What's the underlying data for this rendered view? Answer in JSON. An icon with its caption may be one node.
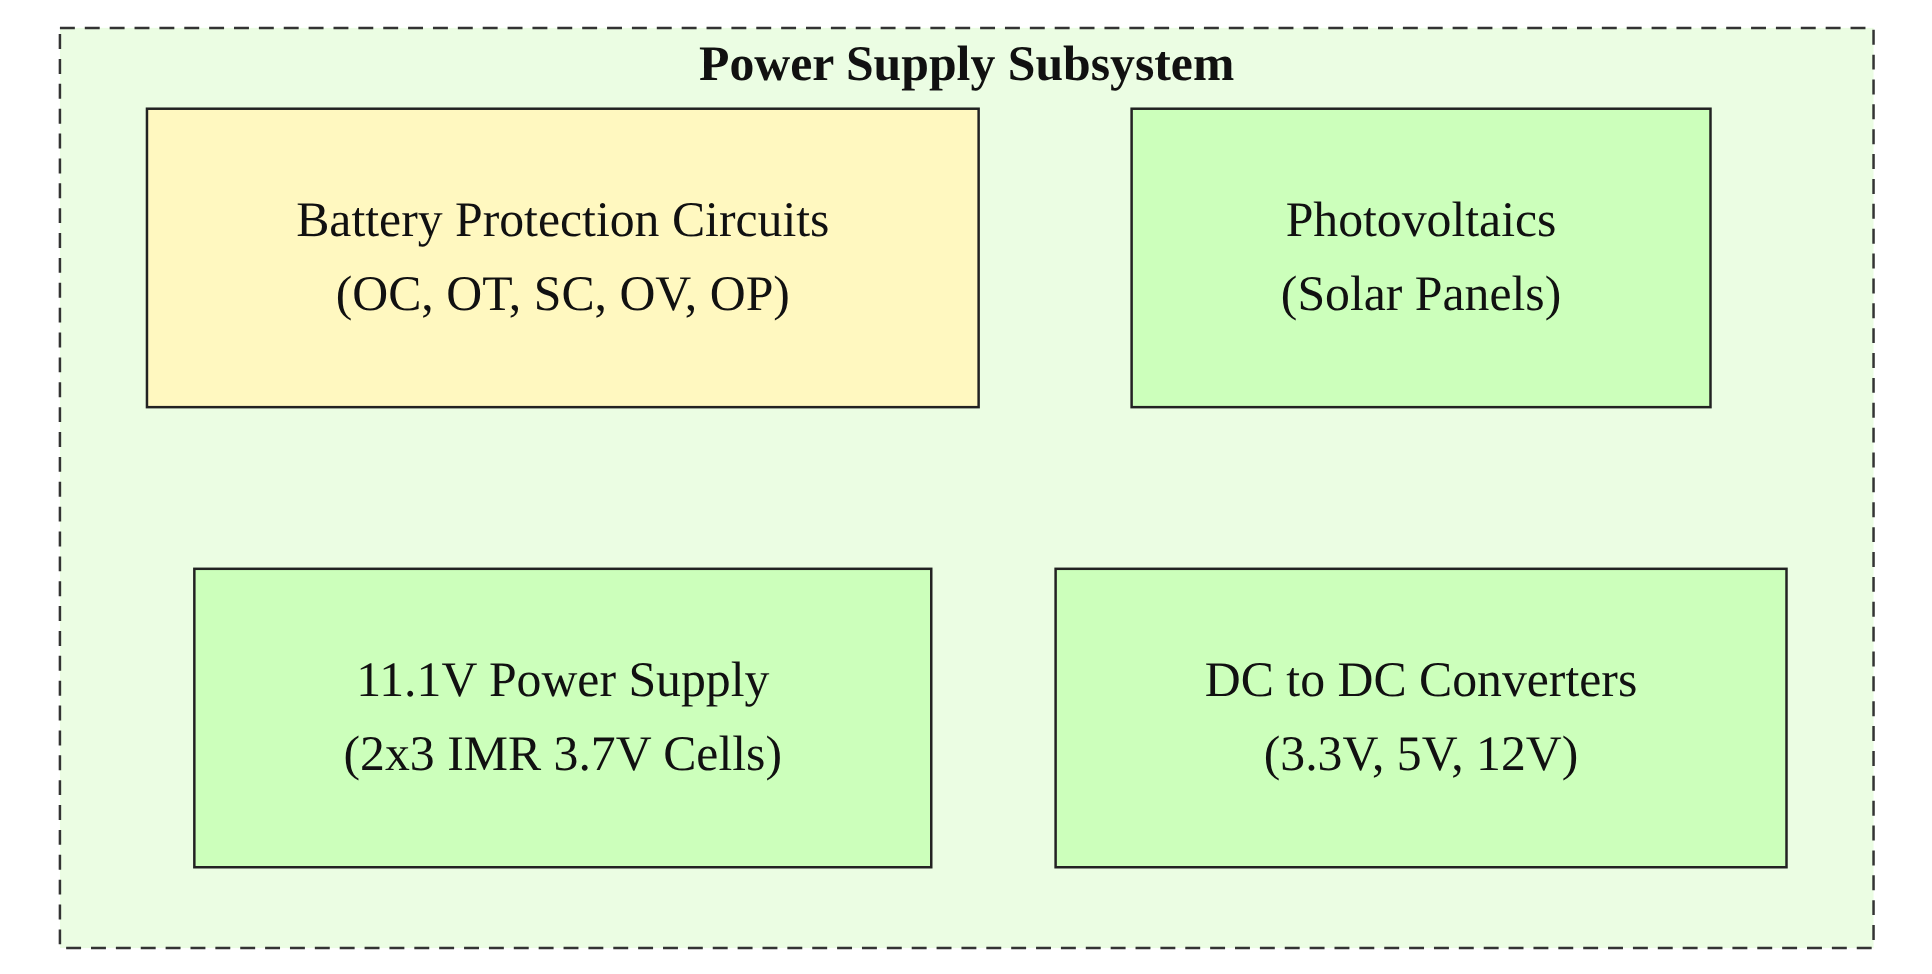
{
  "diagram": {
    "nodes": [
      {
        "text": [
          "Power Supply Subsystem"
        ]
      },
      {
        "text": [
          "Battery Protection Circuits",
          "(OC, OT, SC, OV, OP)"
        ],
        "in": 0
      },
      {
        "text": [
          "Photovoltaics",
          "(Solar Panels)"
        ],
        "in": 0
      },
      {
        "text": [
          "11.1V Power Supply",
          "(2x3 IMR 3.7V Cells)"
        ],
        "in": 0
      },
      {
        "text": [
          "DC to DC Converters",
          "(3.3V, 5V, 12V)"
        ],
        "in": 0
      }
    ]
  }
}
